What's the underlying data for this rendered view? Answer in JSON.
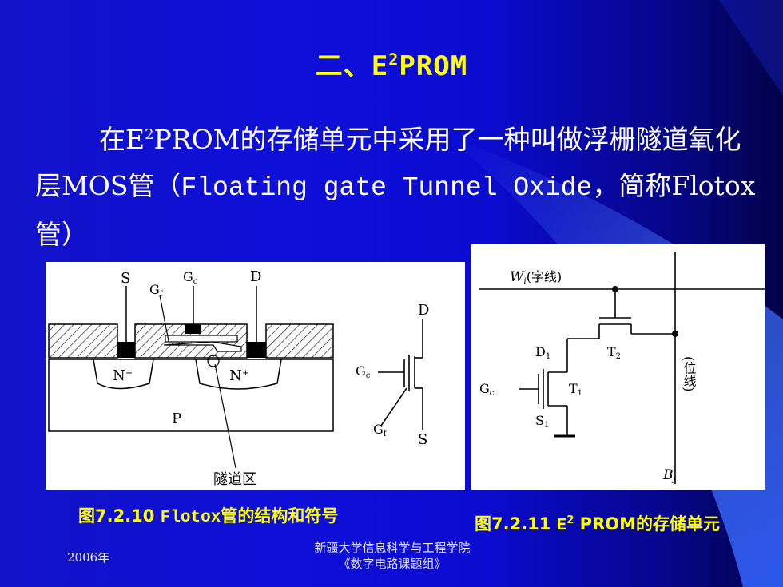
{
  "title": {
    "prefix": "二、E",
    "sup": "2",
    "suffix": "PROM"
  },
  "paragraph": {
    "pre": "在E",
    "sup": "2",
    "mid1": "PROM的存储单元中采用了一种叫做浮栅隧道氧化层MOS管（",
    "mono": "Floating gate Tunnel Oxide",
    "post": "，简称Flotox管）"
  },
  "figure1": {
    "labels": {
      "s": "S",
      "gc": "G",
      "gc_sub": "c",
      "gf": "G",
      "gf_sub": "f",
      "d": "D",
      "n_left": "N⁺",
      "n_right": "N⁺",
      "p": "P",
      "tunnel": "隧道区"
    },
    "symbol": {
      "d": "D",
      "gc": "G",
      "gc_sub": "c",
      "gf": "G",
      "gf_sub": "f",
      "s": "S"
    },
    "caption_num": "图7.2.10 ",
    "caption_mono": "Flotox",
    "caption_text": "管的结构和符号"
  },
  "figure2": {
    "labels": {
      "wi": "W",
      "wi_sub": "i",
      "wordline": "(字线)",
      "d1": "D",
      "d1_sub": "1",
      "t2": "T",
      "t2_sub": "2",
      "t1": "T",
      "t1_sub": "1",
      "gc": "G",
      "gc_sub": "c",
      "s1": "S",
      "s1_sub": "1",
      "bitline": "(位线)",
      "bj": "B",
      "bj_sub": "j"
    },
    "caption_num": "图7.2.11 ",
    "caption_mono": "E",
    "caption_sup": "2",
    "caption_text": " PROM的存储单元"
  },
  "footer": {
    "year": "2006年",
    "org_line1": "新疆大学信息科学与工程学院",
    "org_line2": "《数字电路课题组》"
  },
  "colors": {
    "title": "#ffff00",
    "body_text": "#ffffff",
    "caption": "#ffff00",
    "background": "#0e0fd9"
  }
}
